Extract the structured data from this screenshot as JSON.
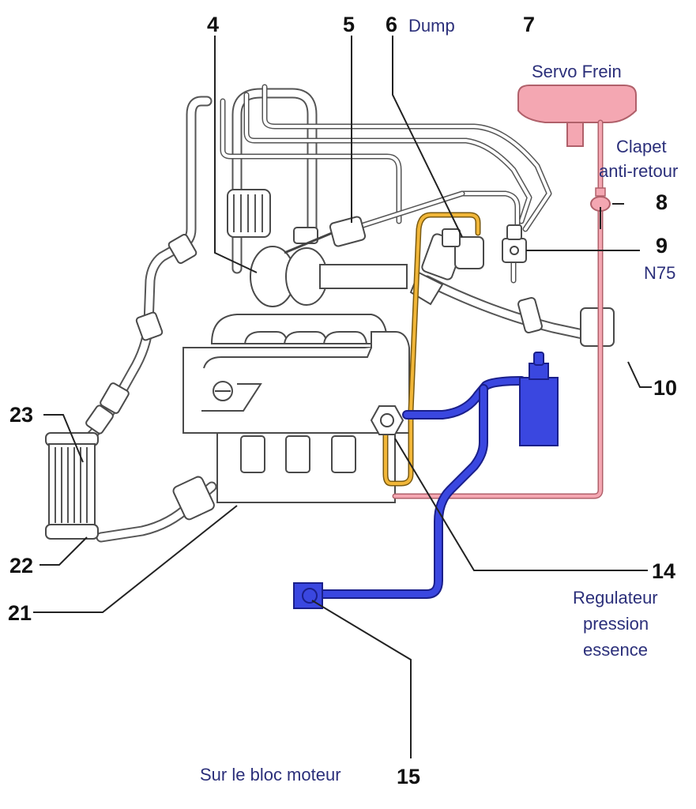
{
  "callouts": {
    "c4": "4",
    "c5": "5",
    "c6": "6",
    "c7": "7",
    "c8": "8",
    "c9": "9",
    "c10": "10",
    "c14": "14",
    "c15": "15",
    "c21": "21",
    "c22": "22",
    "c23": "23"
  },
  "notes": {
    "dump": "Dump",
    "servo_frein": "Servo Frein",
    "clapet_line1": "Clapet",
    "clapet_line2": "anti-retour",
    "n75": "N75",
    "regulateur_line1": "Regulateur",
    "regulateur_line2": "pression",
    "regulateur_line3": "essence",
    "bloc_moteur": "Sur le bloc moteur"
  },
  "colors": {
    "vacuum_line": "#f4a7b2",
    "fuel_regulator_line": "#3a47e0",
    "dump_line": "#f1b638"
  }
}
